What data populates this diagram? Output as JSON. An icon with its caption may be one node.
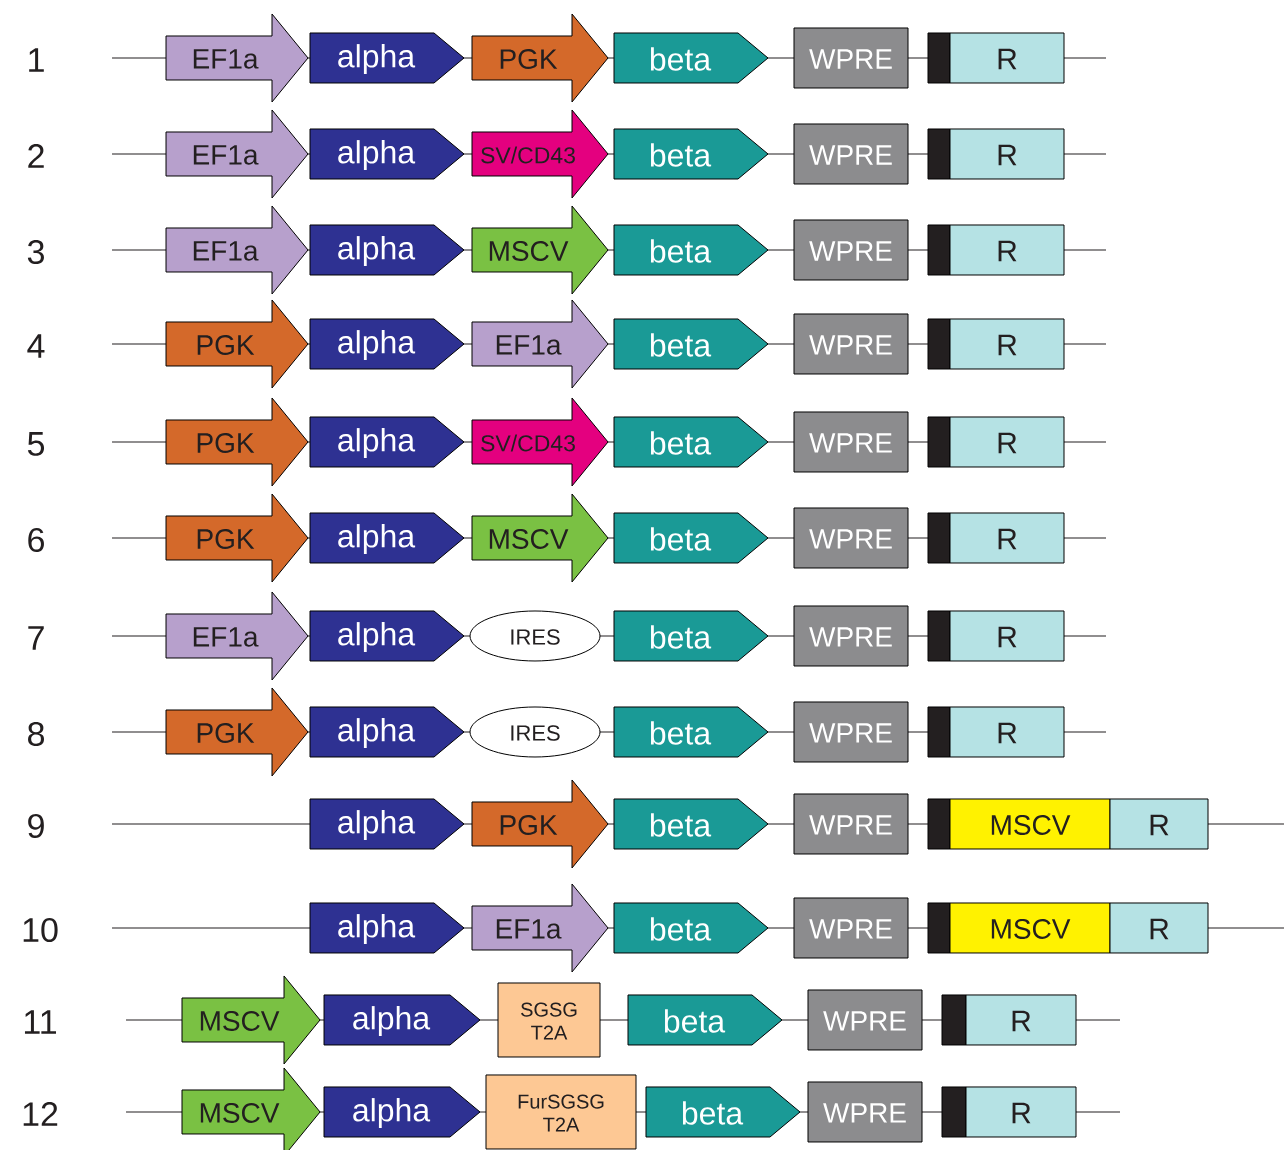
{
  "diagram": {
    "nodes": [
      {
        "text": [
          "EF1a"
        ]
      },
      {
        "text": [
          "alpha"
        ]
      },
      {
        "text": [
          "PGK"
        ]
      },
      {
        "text": [
          "beta"
        ]
      },
      {
        "text": [
          "WPRE"
        ]
      },
      {
        "text": [],
        "shape": "bar"
      },
      {
        "text": [
          "R"
        ]
      },
      {
        "text": [
          "EF1a"
        ]
      },
      {
        "text": [
          "alpha"
        ]
      },
      {
        "text": [
          "SV/CD43"
        ]
      },
      {
        "text": [
          "beta"
        ]
      },
      {
        "text": [
          "WPRE"
        ]
      },
      {
        "text": [],
        "shape": "bar"
      },
      {
        "text": [
          "R"
        ]
      },
      {
        "text": [
          "EF1a"
        ]
      },
      {
        "text": [
          "alpha"
        ]
      },
      {
        "text": [
          "MSCV"
        ]
      },
      {
        "text": [
          "beta"
        ]
      },
      {
        "text": [
          "WPRE"
        ]
      },
      {
        "text": [],
        "shape": "bar"
      },
      {
        "text": [
          "R"
        ]
      },
      {
        "text": [
          "PGK"
        ]
      },
      {
        "text": [
          "alpha"
        ]
      },
      {
        "text": [
          "EF1a"
        ]
      },
      {
        "text": [
          "beta"
        ]
      },
      {
        "text": [
          "WPRE"
        ]
      },
      {
        "text": [],
        "shape": "bar"
      },
      {
        "text": [
          "R"
        ]
      },
      {
        "text": [
          "PGK"
        ]
      },
      {
        "text": [
          "alpha"
        ]
      },
      {
        "text": [
          "SV/CD43"
        ]
      },
      {
        "text": [
          "beta"
        ]
      },
      {
        "text": [
          "WPRE"
        ]
      },
      {
        "text": [],
        "shape": "bar"
      },
      {
        "text": [
          "R"
        ]
      },
      {
        "text": [
          "PGK"
        ]
      },
      {
        "text": [
          "alpha"
        ]
      },
      {
        "text": [
          "MSCV"
        ]
      },
      {
        "text": [
          "beta"
        ]
      },
      {
        "text": [
          "WPRE"
        ]
      },
      {
        "text": [],
        "shape": "bar"
      },
      {
        "text": [
          "R"
        ]
      },
      {
        "text": [
          "EF1a"
        ]
      },
      {
        "text": [
          "alpha"
        ]
      },
      {
        "text": [
          "IRES"
        ]
      },
      {
        "text": [
          "beta"
        ]
      },
      {
        "text": [
          "WPRE"
        ]
      },
      {
        "text": [],
        "shape": "bar"
      },
      {
        "text": [
          "R"
        ]
      },
      {
        "text": [
          "PGK"
        ]
      },
      {
        "text": [
          "alpha"
        ]
      },
      {
        "text": [
          "IRES"
        ]
      },
      {
        "text": [
          "beta"
        ]
      },
      {
        "text": [
          "WPRE"
        ]
      },
      {
        "text": [],
        "shape": "bar"
      },
      {
        "text": [
          "R"
        ]
      },
      {
        "text": [
          "alpha"
        ]
      },
      {
        "text": [
          "PGK"
        ]
      },
      {
        "text": [
          "beta"
        ]
      },
      {
        "text": [
          "WPRE"
        ]
      },
      {
        "text": [],
        "shape": "bar"
      },
      {
        "text": [
          "MSCV"
        ]
      },
      {
        "text": [
          "R"
        ]
      },
      {
        "text": [
          "alpha"
        ]
      },
      {
        "text": [
          "EF1a"
        ]
      },
      {
        "text": [
          "beta"
        ]
      },
      {
        "text": [
          "WPRE"
        ]
      },
      {
        "text": [],
        "shape": "bar"
      },
      {
        "text": [
          "MSCV"
        ]
      },
      {
        "text": [
          "R"
        ]
      },
      {
        "text": [
          "MSCV"
        ]
      },
      {
        "text": [
          "alpha"
        ]
      },
      {
        "text": [
          "SGSG T2A"
        ]
      },
      {
        "text": [
          "beta"
        ]
      },
      {
        "text": [
          "WPRE"
        ]
      },
      {
        "text": [],
        "shape": "bar"
      },
      {
        "text": [
          "R"
        ]
      },
      {
        "text": [
          "MSCV"
        ]
      },
      {
        "text": [
          "alpha"
        ]
      },
      {
        "text": [
          "FurSGSG T2A"
        ]
      },
      {
        "text": [
          "beta"
        ]
      },
      {
        "text": [
          "WPRE"
        ]
      },
      {
        "text": [],
        "shape": "bar"
      },
      {
        "text": [
          "R"
        ]
      }
    ],
    "labels": [
      "1",
      "2",
      "3",
      "4",
      "5",
      "6",
      "7",
      "8",
      "9",
      "10",
      "11",
      "12"
    ]
  }
}
